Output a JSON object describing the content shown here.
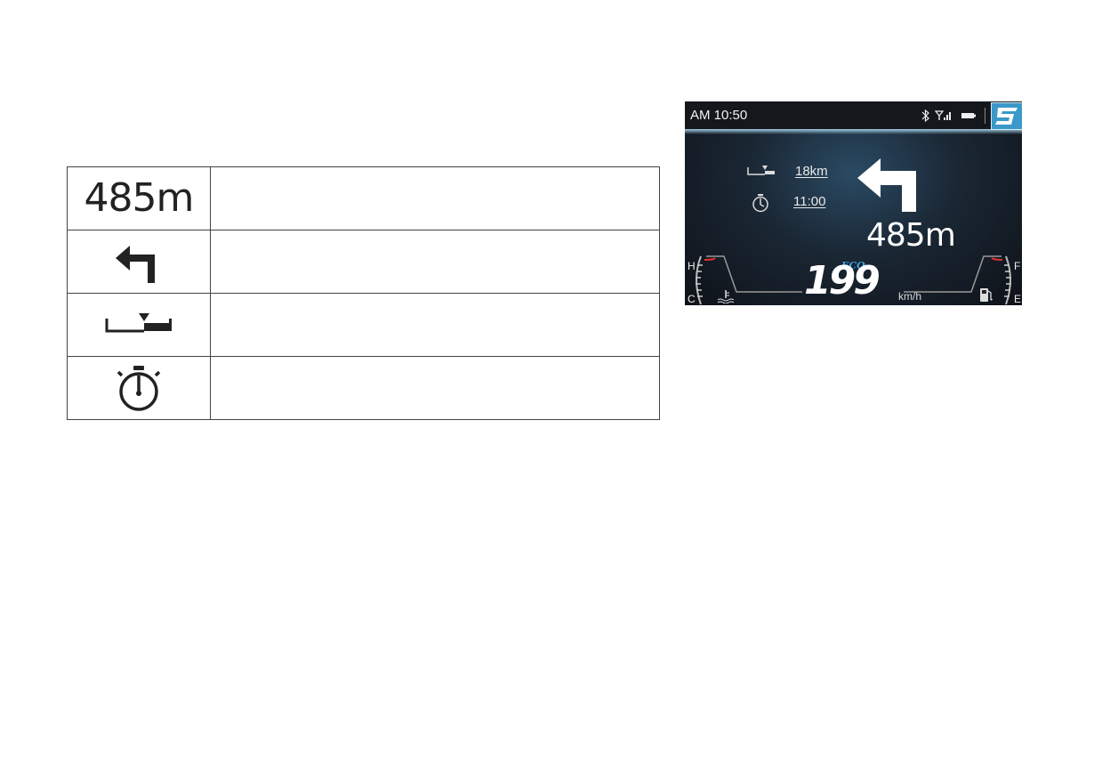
{
  "legend": {
    "rows": [
      {
        "icon": "distance-text",
        "value": "485m"
      },
      {
        "icon": "turn-left-arrow-icon"
      },
      {
        "icon": "remaining-distance-icon"
      },
      {
        "icon": "stopwatch-icon"
      }
    ]
  },
  "dashboard": {
    "time": "AM 10:50",
    "status_icons": [
      "bluetooth-icon",
      "signal-icon",
      "battery-icon"
    ],
    "logo": "5",
    "trip_distance": "18km",
    "trip_time": "11:00",
    "turn_distance": "485m",
    "mode": "ECO",
    "speed": "199",
    "speed_unit": "km/h",
    "temp_high": "H",
    "temp_low": "C",
    "fuel_full": "F",
    "fuel_empty": "E",
    "colors": {
      "accent": "#3aa6e0",
      "warning": "#e03030"
    }
  }
}
